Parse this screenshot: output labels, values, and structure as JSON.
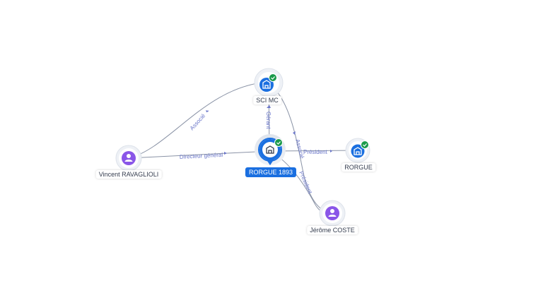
{
  "colors": {
    "person": "#8a56e8",
    "company": "#1a6fe0",
    "verified": "#1b9a4b",
    "edge": "#8a93a6",
    "edge_label": "#6a76c9"
  },
  "nodes": {
    "sci_mc": {
      "label": "SCI MC",
      "icon": "building-icon",
      "verified": true
    },
    "rorgue_1893": {
      "label": "RORGUE 1893",
      "icon": "building-icon",
      "verified": true
    },
    "rorgue": {
      "label": "RORGUE",
      "icon": "building-icon",
      "verified": true
    },
    "vincent": {
      "label": "Vincent RAVAGLIOLI",
      "icon": "person-icon"
    },
    "jerome": {
      "label": "Jérôme COSTE",
      "icon": "person-icon"
    }
  },
  "edges": {
    "vincent_sci": "Associé",
    "vincent_rorgue1893": "Directeur général",
    "rorgue1893_sci": "Gérant",
    "rorgue1893_rorgue": "Président",
    "jerome_sci": "Associé",
    "jerome_rorgue1893": "Président"
  }
}
